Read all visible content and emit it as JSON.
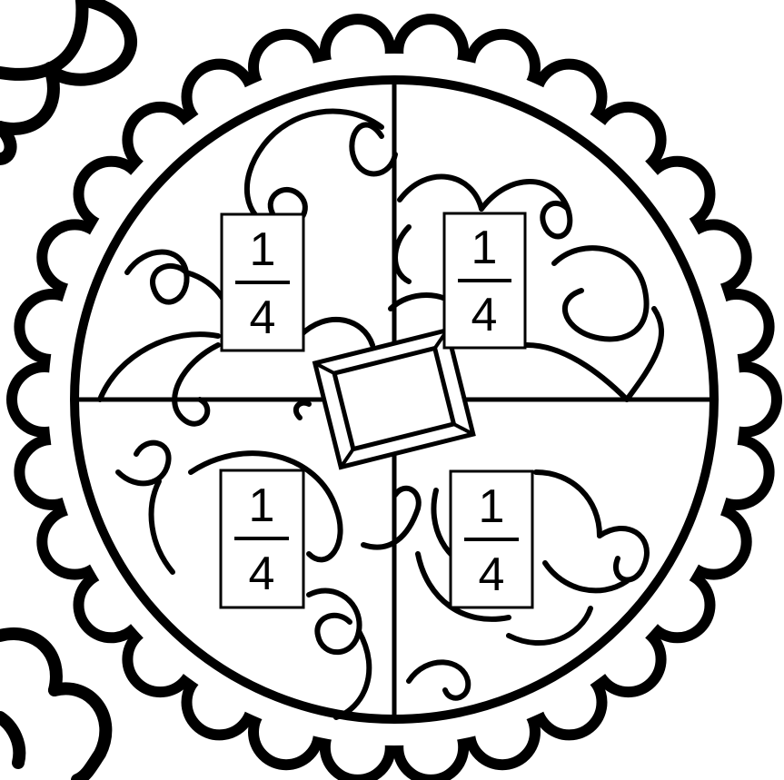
{
  "diagram": {
    "colors": {
      "ink": "#000000",
      "paper": "#ffffff"
    },
    "labels": [
      {
        "id": "top-left",
        "numerator": "1",
        "denominator": "4"
      },
      {
        "id": "top-right",
        "numerator": "1",
        "denominator": "4"
      },
      {
        "id": "bottom-left",
        "numerator": "1",
        "denominator": "4"
      },
      {
        "id": "bottom-right",
        "numerator": "1",
        "denominator": "4"
      }
    ]
  }
}
